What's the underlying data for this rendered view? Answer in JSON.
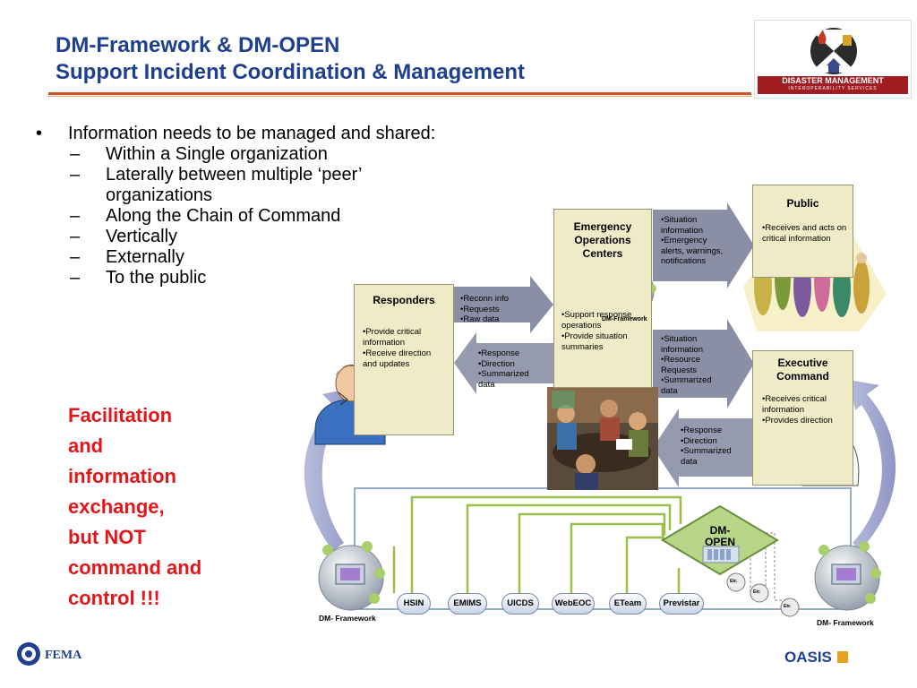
{
  "title": {
    "line1": "DM-Framework & DM-OPEN",
    "line2": "Support Incident Coordination & Management"
  },
  "logo": {
    "line1": "DISASTER MANAGEMENT",
    "line2": "INTEROPERABILITY SERVICES"
  },
  "bullets": {
    "main": "Information needs to be managed and shared:",
    "subs": [
      "Within a Single organization",
      "Laterally between multiple ‘peer’ organizations",
      "Along the Chain of Command",
      "Vertically",
      "Externally",
      "To the public"
    ]
  },
  "facilitation": [
    "Facilitation",
    "and",
    "information",
    "exchange,",
    "but NOT",
    "command and",
    "control !!!"
  ],
  "boxes": {
    "responders": {
      "title": "Responders",
      "items": [
        "•Provide critical information",
        "•Receive direction and updates"
      ]
    },
    "eoc": {
      "title": "Emergency Operations Centers",
      "items": [
        "•Support response operations",
        "•Provide situation summaries"
      ]
    },
    "public": {
      "title": "Public",
      "items": [
        "•Receives and acts on critical information"
      ]
    },
    "executive": {
      "title": "Executive Command",
      "items": [
        "•Receives critical information",
        "•Provides direction"
      ]
    }
  },
  "arrows": {
    "resp_to_eoc": [
      "•Reconn info",
      "•Requests",
      "•Raw data"
    ],
    "eoc_to_resp": [
      "•Response",
      "•Direction",
      "•Summarized data"
    ],
    "eoc_to_public": [
      "•Situation information",
      "•Emergency alerts, warnings, notifications"
    ],
    "eoc_to_exec": [
      "•Situation information",
      "•Resource Requests",
      "•Summarized data"
    ],
    "exec_to_eoc": [
      "•Response",
      "•Direction",
      "•Summarized data"
    ]
  },
  "network": {
    "hub": "DM-OPEN",
    "dm_framework_label": "DM-Framework",
    "dm_framework_left": "DM- Framework",
    "dm_framework_right": "DM- Framework",
    "systems": [
      "HSIN",
      "EMIMS",
      "UICDS",
      "WebEOC",
      "ETeam",
      "Previstar"
    ],
    "etc": "Etc"
  },
  "footer": {
    "fema": "FEMA",
    "oasis": "OASIS"
  },
  "colors": {
    "title": "#1f3f8f",
    "accent_line": "#c9532a",
    "box_fill": "#efebc6",
    "arrow_fill": "#8a8fa5",
    "facilitation": "#e3171b"
  }
}
